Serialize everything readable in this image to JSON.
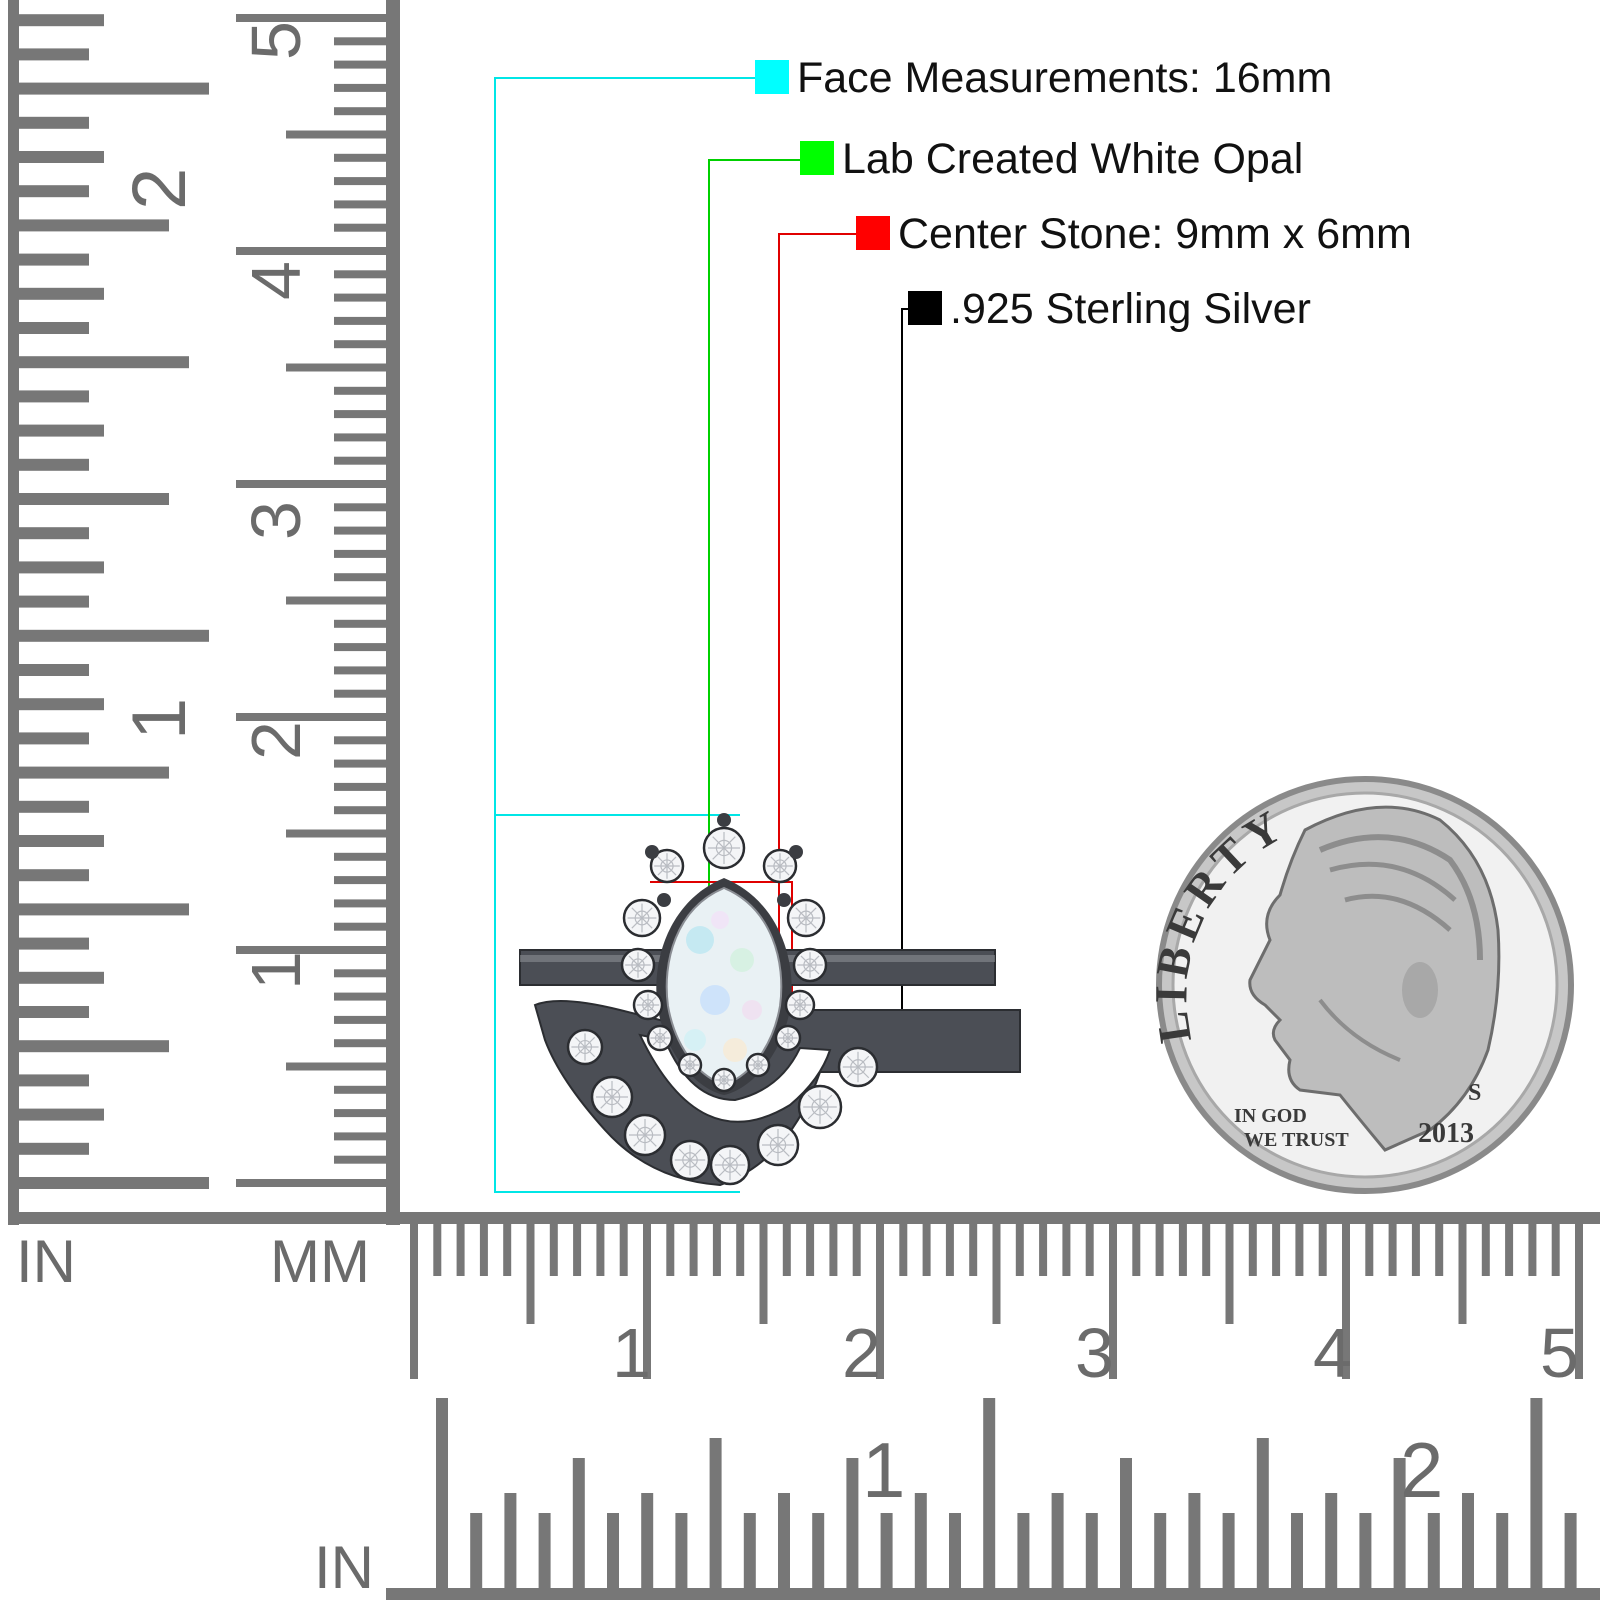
{
  "legend": {
    "items": [
      {
        "label": "Face Measurements: 16mm",
        "color": "#00ffff"
      },
      {
        "label": "Lab Created White Opal",
        "color": "#00ff00"
      },
      {
        "label": "Center Stone: 9mm x 6mm",
        "color": "#ff0000"
      },
      {
        "label": ".925 Sterling Silver",
        "color": "#000000"
      }
    ]
  },
  "rulers": {
    "unit_in": "IN",
    "unit_mm": "MM",
    "unit_in_bottom": "IN",
    "vertical_cm": [
      "1",
      "2",
      "3",
      "4",
      "5"
    ],
    "vertical_in": [
      "1",
      "2"
    ],
    "horizontal_cm": [
      "1",
      "2",
      "3",
      "4",
      "5"
    ],
    "horizontal_in": [
      "1",
      "2"
    ]
  },
  "coin": {
    "motto_top": "LIBERTY",
    "motto_1": "IN GOD",
    "motto_2": "WE TRUST",
    "year": "2013",
    "mint_mark": "S"
  },
  "colors": {
    "ruler": "#777777",
    "ring_metal": "#4b4e55"
  }
}
